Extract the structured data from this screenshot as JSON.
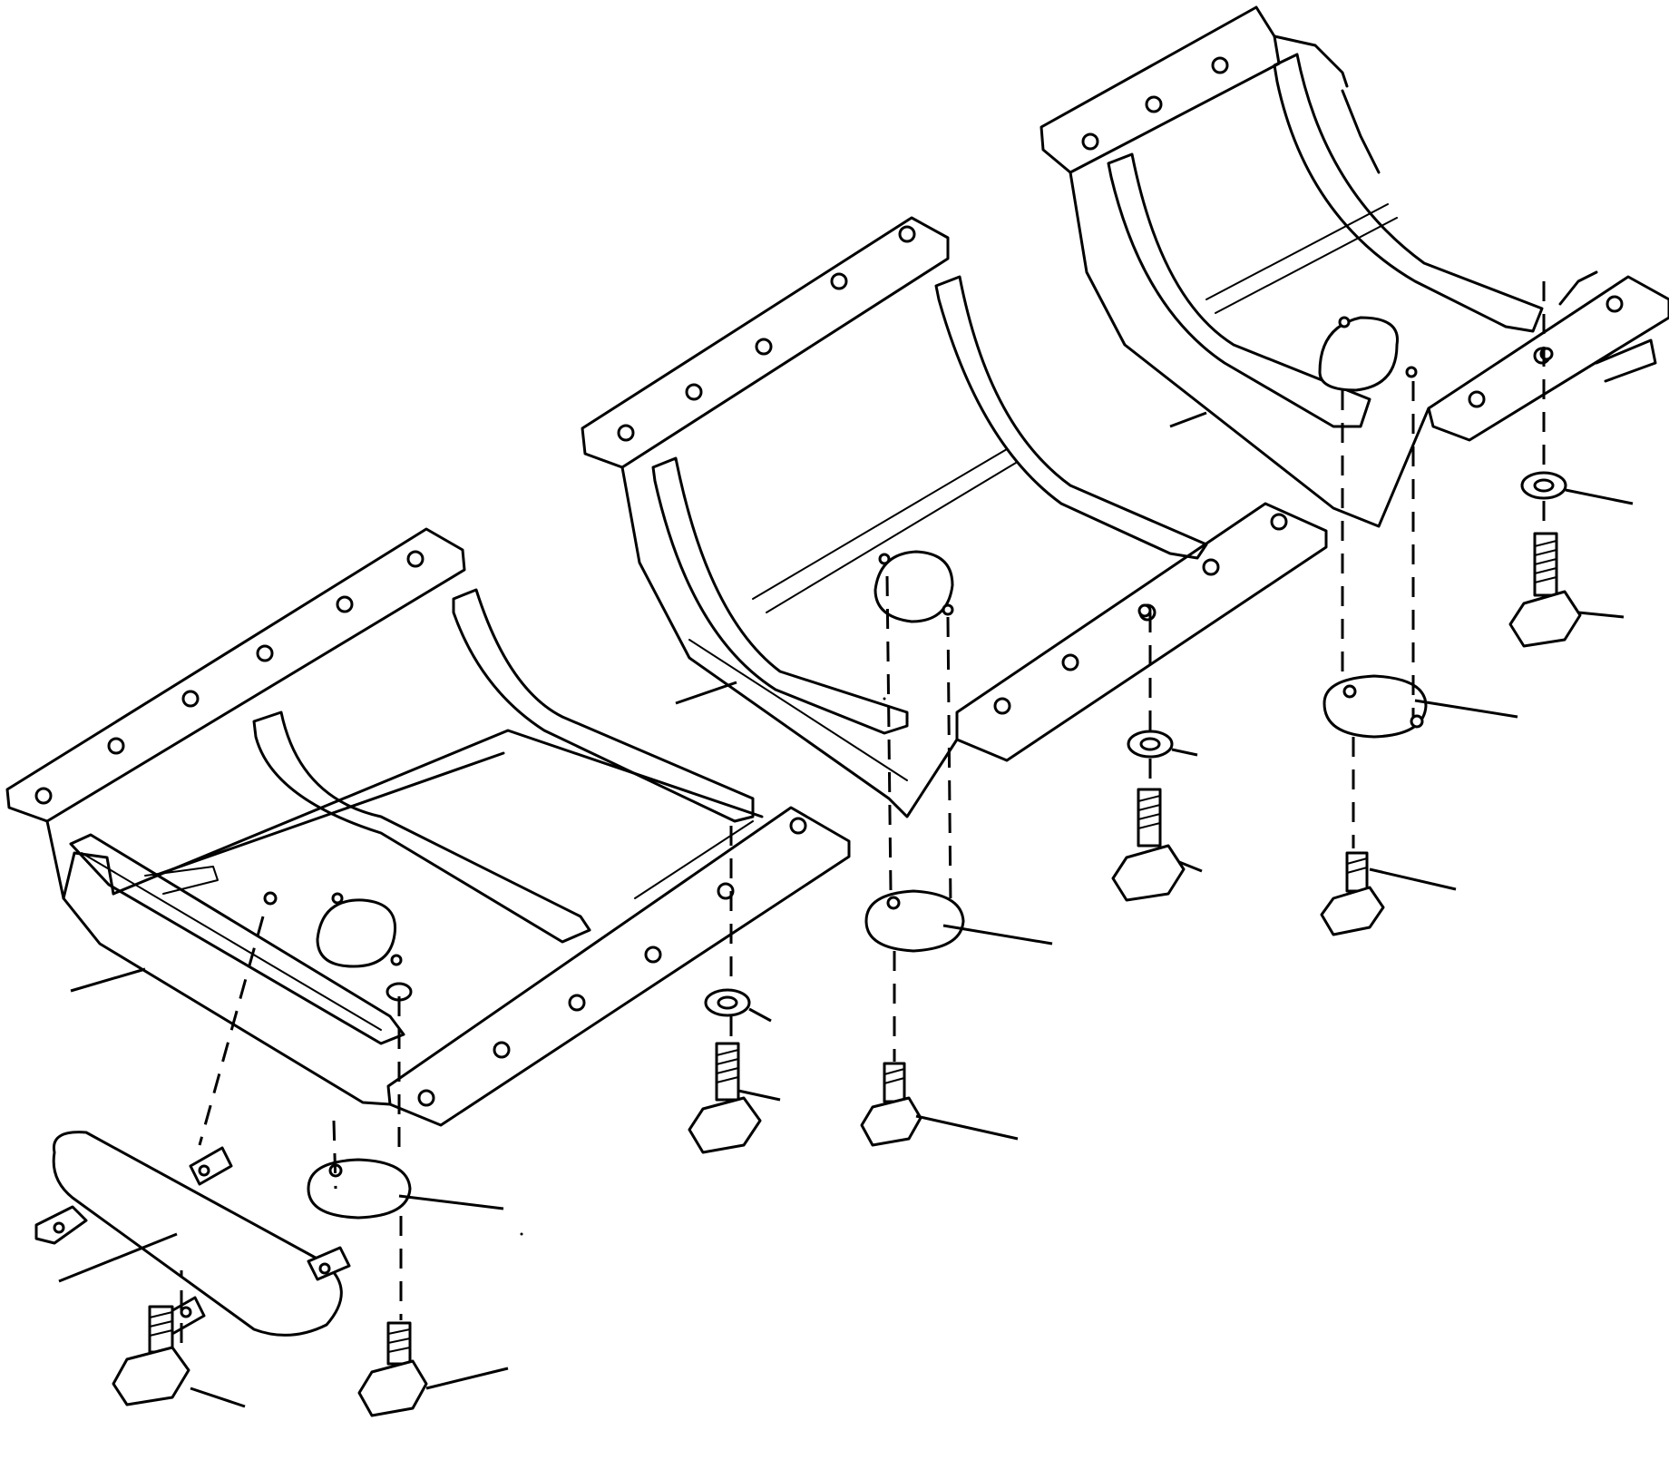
{
  "figure": {
    "assemblies": [
      {
        "id": "guard-front"
      },
      {
        "id": "guard-middle"
      },
      {
        "id": "guard-rear"
      }
    ]
  }
}
